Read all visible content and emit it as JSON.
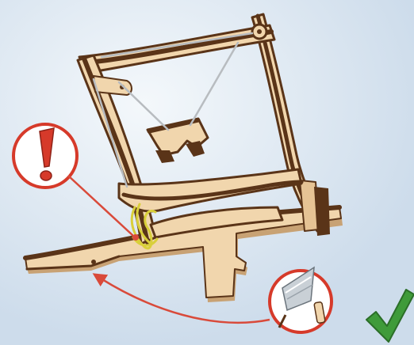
{
  "illustration": {
    "subject": "wooden-frame-assembly",
    "colors": {
      "background": "#dde9f3",
      "wood_face": "#f1d6ad",
      "wood_edge": "#5a3418",
      "wood_shadow": "#c8a274",
      "string": "#b8bcc0",
      "yarn": "#d9cf3a",
      "warning_red": "#d63a2a",
      "arrow_red": "#d94a3a",
      "check_green": "#3f9b3a",
      "blade_grey": "#9aa3ab"
    }
  },
  "callouts": {
    "warning": {
      "icon": "exclamation-icon",
      "meaning": "caution"
    },
    "cutter": {
      "icon": "craft-knife-icon",
      "meaning": "trim-excess"
    }
  },
  "status": {
    "icon": "checkmark-icon",
    "meaning": "correct"
  }
}
